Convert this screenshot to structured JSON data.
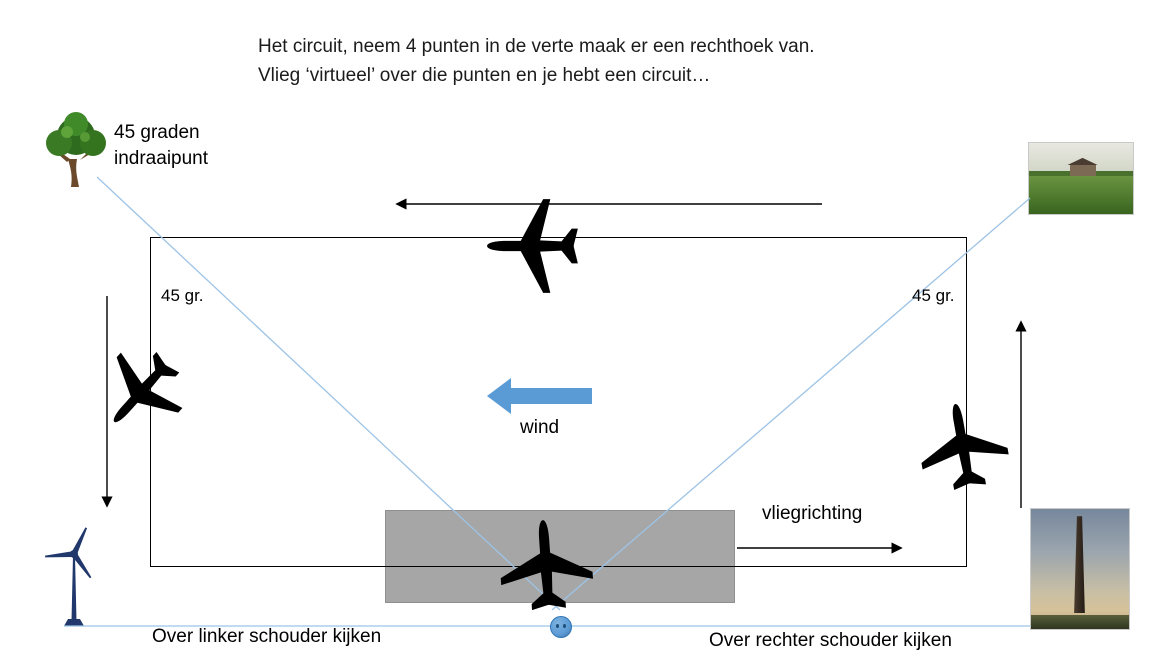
{
  "title": {
    "line1": "Het circuit, neem 4 punten in de verte maak er een rechthoek van.",
    "line2": "Vlieg ‘virtueel’ over die punten en je hebt een circuit…"
  },
  "labels": {
    "turn_point": "45 graden indraaipunt",
    "angle_left": "45 gr.",
    "angle_right": "45 gr.",
    "wind": "wind",
    "flight_direction": "vliegrichting",
    "look_left_shoulder": "Over linker schouder kijken",
    "look_right_shoulder": "Over rechter schouder kijken"
  },
  "icons": {
    "tree": "tree-icon",
    "farmhouse_photo": "farmhouse-photo",
    "chimney_photo": "chimney-photo",
    "wind_turbine": "wind-turbine-icon",
    "airplanes": [
      "airplane-icon-downwind",
      "airplane-icon-base",
      "airplane-icon-climb",
      "airplane-icon-runway"
    ],
    "wind_arrow": "wind-arrow-icon (left-pointing block arrow)",
    "pilot_head": "pilot-head-icon"
  },
  "colors": {
    "background": "#FFFFFF",
    "text": "#000000",
    "line": "#000000",
    "sight_line": "#9DC3E6",
    "wind_arrow": "#5B9BD5",
    "runway_fill": "#A6A6A6",
    "turbine": "#20386B",
    "pilot_head": "#5B9BD5"
  }
}
